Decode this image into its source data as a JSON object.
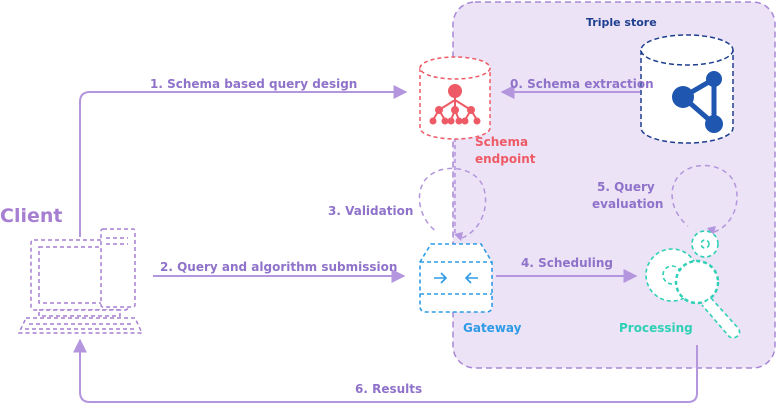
{
  "nodes": {
    "client": "Client",
    "triple_store": "Triple store",
    "schema_endpoint": [
      "Schema",
      "endpoint"
    ],
    "gateway": "Gateway",
    "processing": "Processing"
  },
  "edges": {
    "e0": "0. Schema extraction",
    "e1": "1. Schema based query design",
    "e2": "2. Query and algorithm submission",
    "e3": "3. Validation",
    "e4": "4. Scheduling",
    "e5": [
      "5. Query",
      "evaluation"
    ],
    "e6": "6. Results"
  },
  "colors": {
    "region_fill": "#ece3f6",
    "region_stroke": "#a888d6",
    "arrow": "#b396dd",
    "store": "#1e3f8f",
    "schema": "#ee5b66",
    "gateway": "#2f9be6",
    "processing": "#2fd0b6",
    "client": "#a67fd1"
  },
  "icons": {
    "store": "graph-network-icon",
    "schema": "hierarchy-icon",
    "gateway": "gateway-box-icon",
    "processing": "gears-magnifier-icon",
    "client": "desktop-computer-icon"
  }
}
